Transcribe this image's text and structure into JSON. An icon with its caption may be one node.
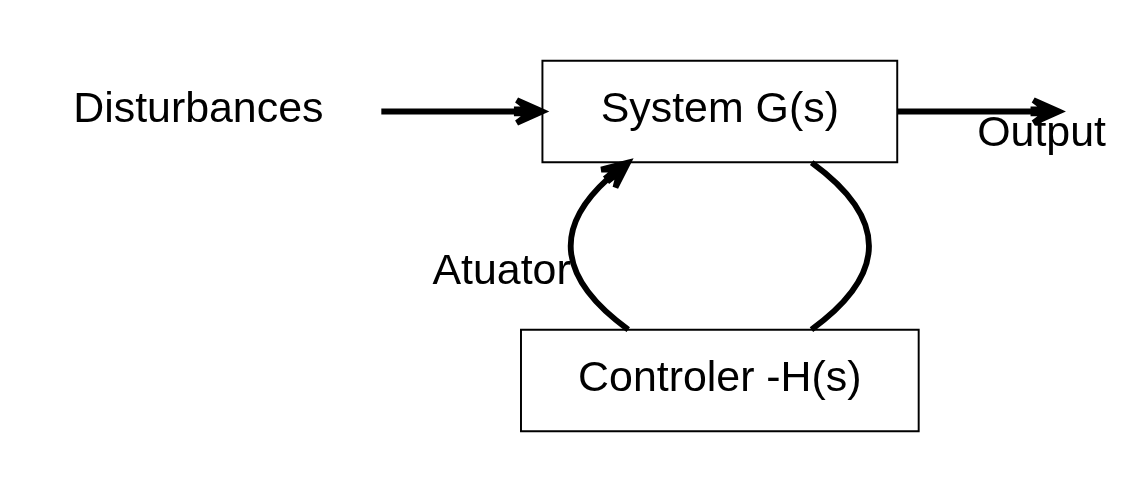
{
  "diagram": {
    "nodes": [
      {
        "text": [
          "Disturbances"
        ]
      },
      {
        "text": [
          "System G(s)"
        ]
      },
      {
        "text": [
          "Controler -H(s)"
        ]
      }
    ],
    "edges": [
      {
        "from": 0,
        "to": 1,
        "arrow": "to"
      },
      {
        "from": 1,
        "to": null,
        "arrow": "to",
        "label": "Output"
      },
      {
        "from": 1,
        "to": 2,
        "arrow": "none"
      },
      {
        "from": 2,
        "to": 1,
        "arrow": "to",
        "label": "Atuator"
      }
    ]
  }
}
